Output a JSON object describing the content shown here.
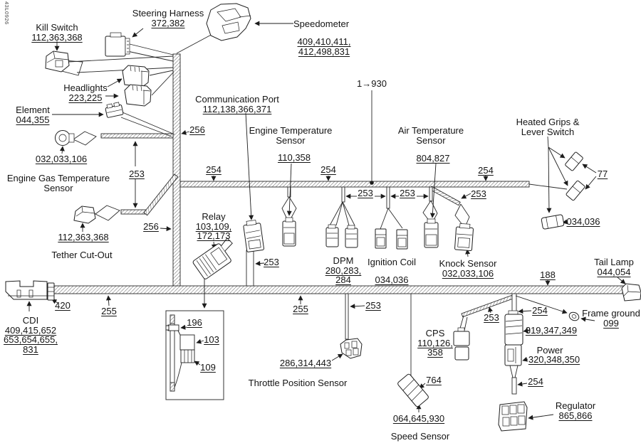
{
  "doc_code": "43L0926",
  "components": {
    "kill_switch": {
      "name": "Kill Switch",
      "parts": "112,363,368"
    },
    "steering_harness": {
      "name": "Steering Harness",
      "parts": "372,382"
    },
    "speedometer": {
      "name": "Speedometer",
      "parts1": "409,410,411,",
      "parts2": "412,498,831"
    },
    "headlights": {
      "name": "Headlights",
      "parts": "223,225"
    },
    "element": {
      "name": "Element",
      "parts": "044,355"
    },
    "engine_gas_temp": {
      "name1": "Engine Gas Temperature",
      "name2": "Sensor",
      "parts": "032,033,106"
    },
    "tether_cut_out": {
      "name": "Tether Cut-Out",
      "parts": "112,363,368"
    },
    "communication_port": {
      "name": "Communication Port",
      "parts": "112,138,366,371"
    },
    "engine_temp": {
      "name1": "Engine Temperature",
      "name2": "Sensor",
      "parts": "110,358"
    },
    "air_temp": {
      "name1": "Air Temperature",
      "name2": "Sensor",
      "parts": "804,827"
    },
    "heated_grips": {
      "name1": "Heated Grips &",
      "name2": "Lever Switch",
      "ref": "77",
      "parts": "034,036"
    },
    "relay": {
      "name": "Relay",
      "parts1": "103,109,",
      "parts2": "172,173"
    },
    "dpm": {
      "name": "DPM",
      "parts1": "280,283,",
      "parts2": "284"
    },
    "ignition_coil": {
      "name": "Ignition Coil",
      "parts": "034,036"
    },
    "knock_sensor": {
      "name": "Knock Sensor",
      "parts": "032,033,106"
    },
    "tail_lamp": {
      "name": "Tail Lamp",
      "parts": "044,054"
    },
    "frame_ground": {
      "name": "Frame ground",
      "parts": "099"
    },
    "cdi": {
      "name": "CDI",
      "parts1": "409,415,652",
      "parts2": "653,654,655,",
      "parts3": "831"
    },
    "throttle_position": {
      "name": "Throttle Position Sensor",
      "parts": "286,314,443"
    },
    "cps": {
      "name": "CPS",
      "parts1": "110,126,",
      "parts2": "358"
    },
    "speed_sensor": {
      "name": "Speed Sensor",
      "parts": "064,645,930",
      "ref": "764"
    },
    "power": {
      "name": "Power",
      "parts": "320,348,350"
    },
    "regulator": {
      "name": "Regulator",
      "parts": "865,866"
    }
  },
  "wire_refs": {
    "w253": "253",
    "w254": "254",
    "w255": "255",
    "w256": "256",
    "w188": "188",
    "w420": "420",
    "w196": "196",
    "w103": "103",
    "w109": "109",
    "w319": "319,347,349",
    "w930": "1→930"
  }
}
